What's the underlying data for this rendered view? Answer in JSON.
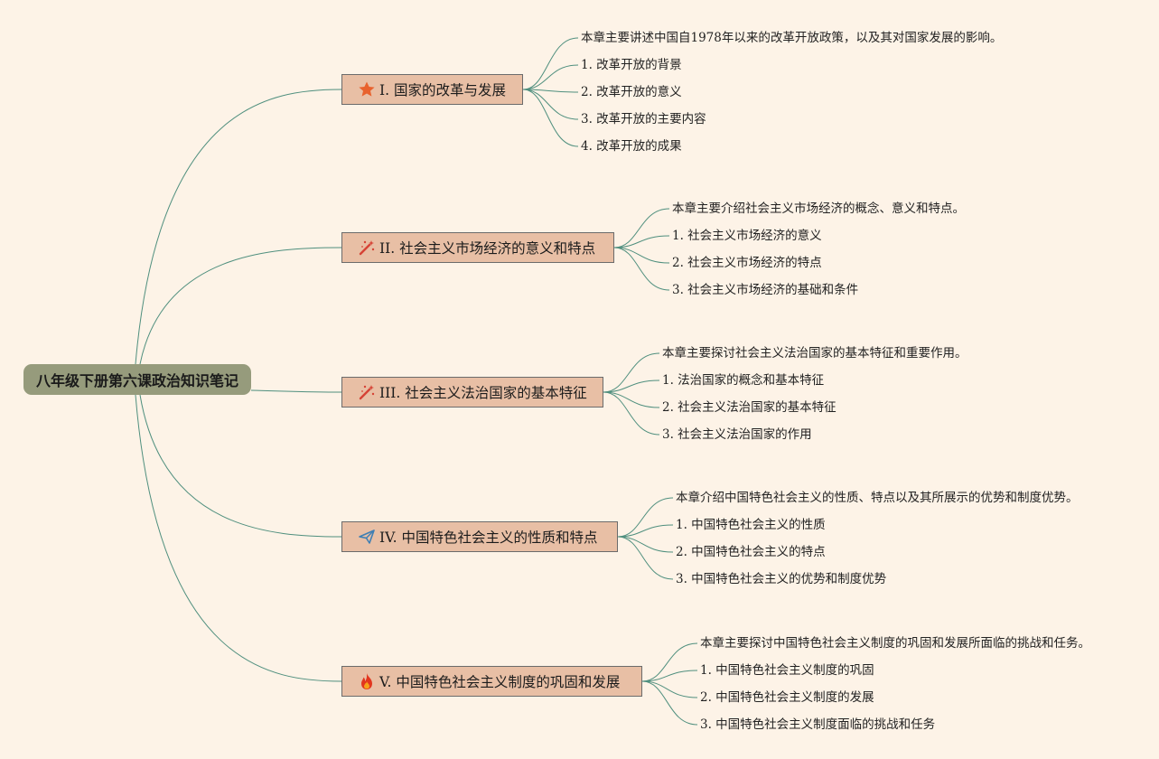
{
  "root": {
    "title": "八年级下册第六课政治知识笔记"
  },
  "branches": [
    {
      "label": "I. 国家的改革与发展",
      "icon": "star-icon",
      "leaves": [
        "本章主要讲述中国自1978年以来的改革开放政策，以及其对国家发展的影响。",
        "1. 改革开放的背景",
        "2. 改革开放的意义",
        "3. 改革开放的主要内容",
        "4. 改革开放的成果"
      ]
    },
    {
      "label": "II. 社会主义市场经济的意义和特点",
      "icon": "magic-wand-icon",
      "leaves": [
        "本章主要介绍社会主义市场经济的概念、意义和特点。",
        "1. 社会主义市场经济的意义",
        "2. 社会主义市场经济的特点",
        "3. 社会主义市场经济的基础和条件"
      ]
    },
    {
      "label": "III. 社会主义法治国家的基本特征",
      "icon": "magic-wand-icon",
      "leaves": [
        "本章主要探讨社会主义法治国家的基本特征和重要作用。",
        "1. 法治国家的概念和基本特征",
        "2. 社会主义法治国家的基本特征",
        "3. 社会主义法治国家的作用"
      ]
    },
    {
      "label": "IV. 中国特色社会主义的性质和特点",
      "icon": "paper-plane-icon",
      "leaves": [
        "本章介绍中国特色社会主义的性质、特点以及其所展示的优势和制度优势。",
        "1. 中国特色社会主义的性质",
        "2. 中国特色社会主义的特点",
        "3. 中国特色社会主义的优势和制度优势"
      ]
    },
    {
      "label": "V. 中国特色社会主义制度的巩固和发展",
      "icon": "fire-icon",
      "leaves": [
        "本章主要探讨中国特色社会主义制度的巩固和发展所面临的挑战和任务。",
        "1. 中国特色社会主义制度的巩固",
        "2. 中国特色社会主义制度的发展",
        "3. 中国特色社会主义制度面临的挑战和任务"
      ]
    }
  ],
  "colors": {
    "link": "#4f8f7e",
    "branch_fill": "#e8bfa5",
    "root_fill": "#969b7c",
    "background": "#fdf3e7"
  }
}
